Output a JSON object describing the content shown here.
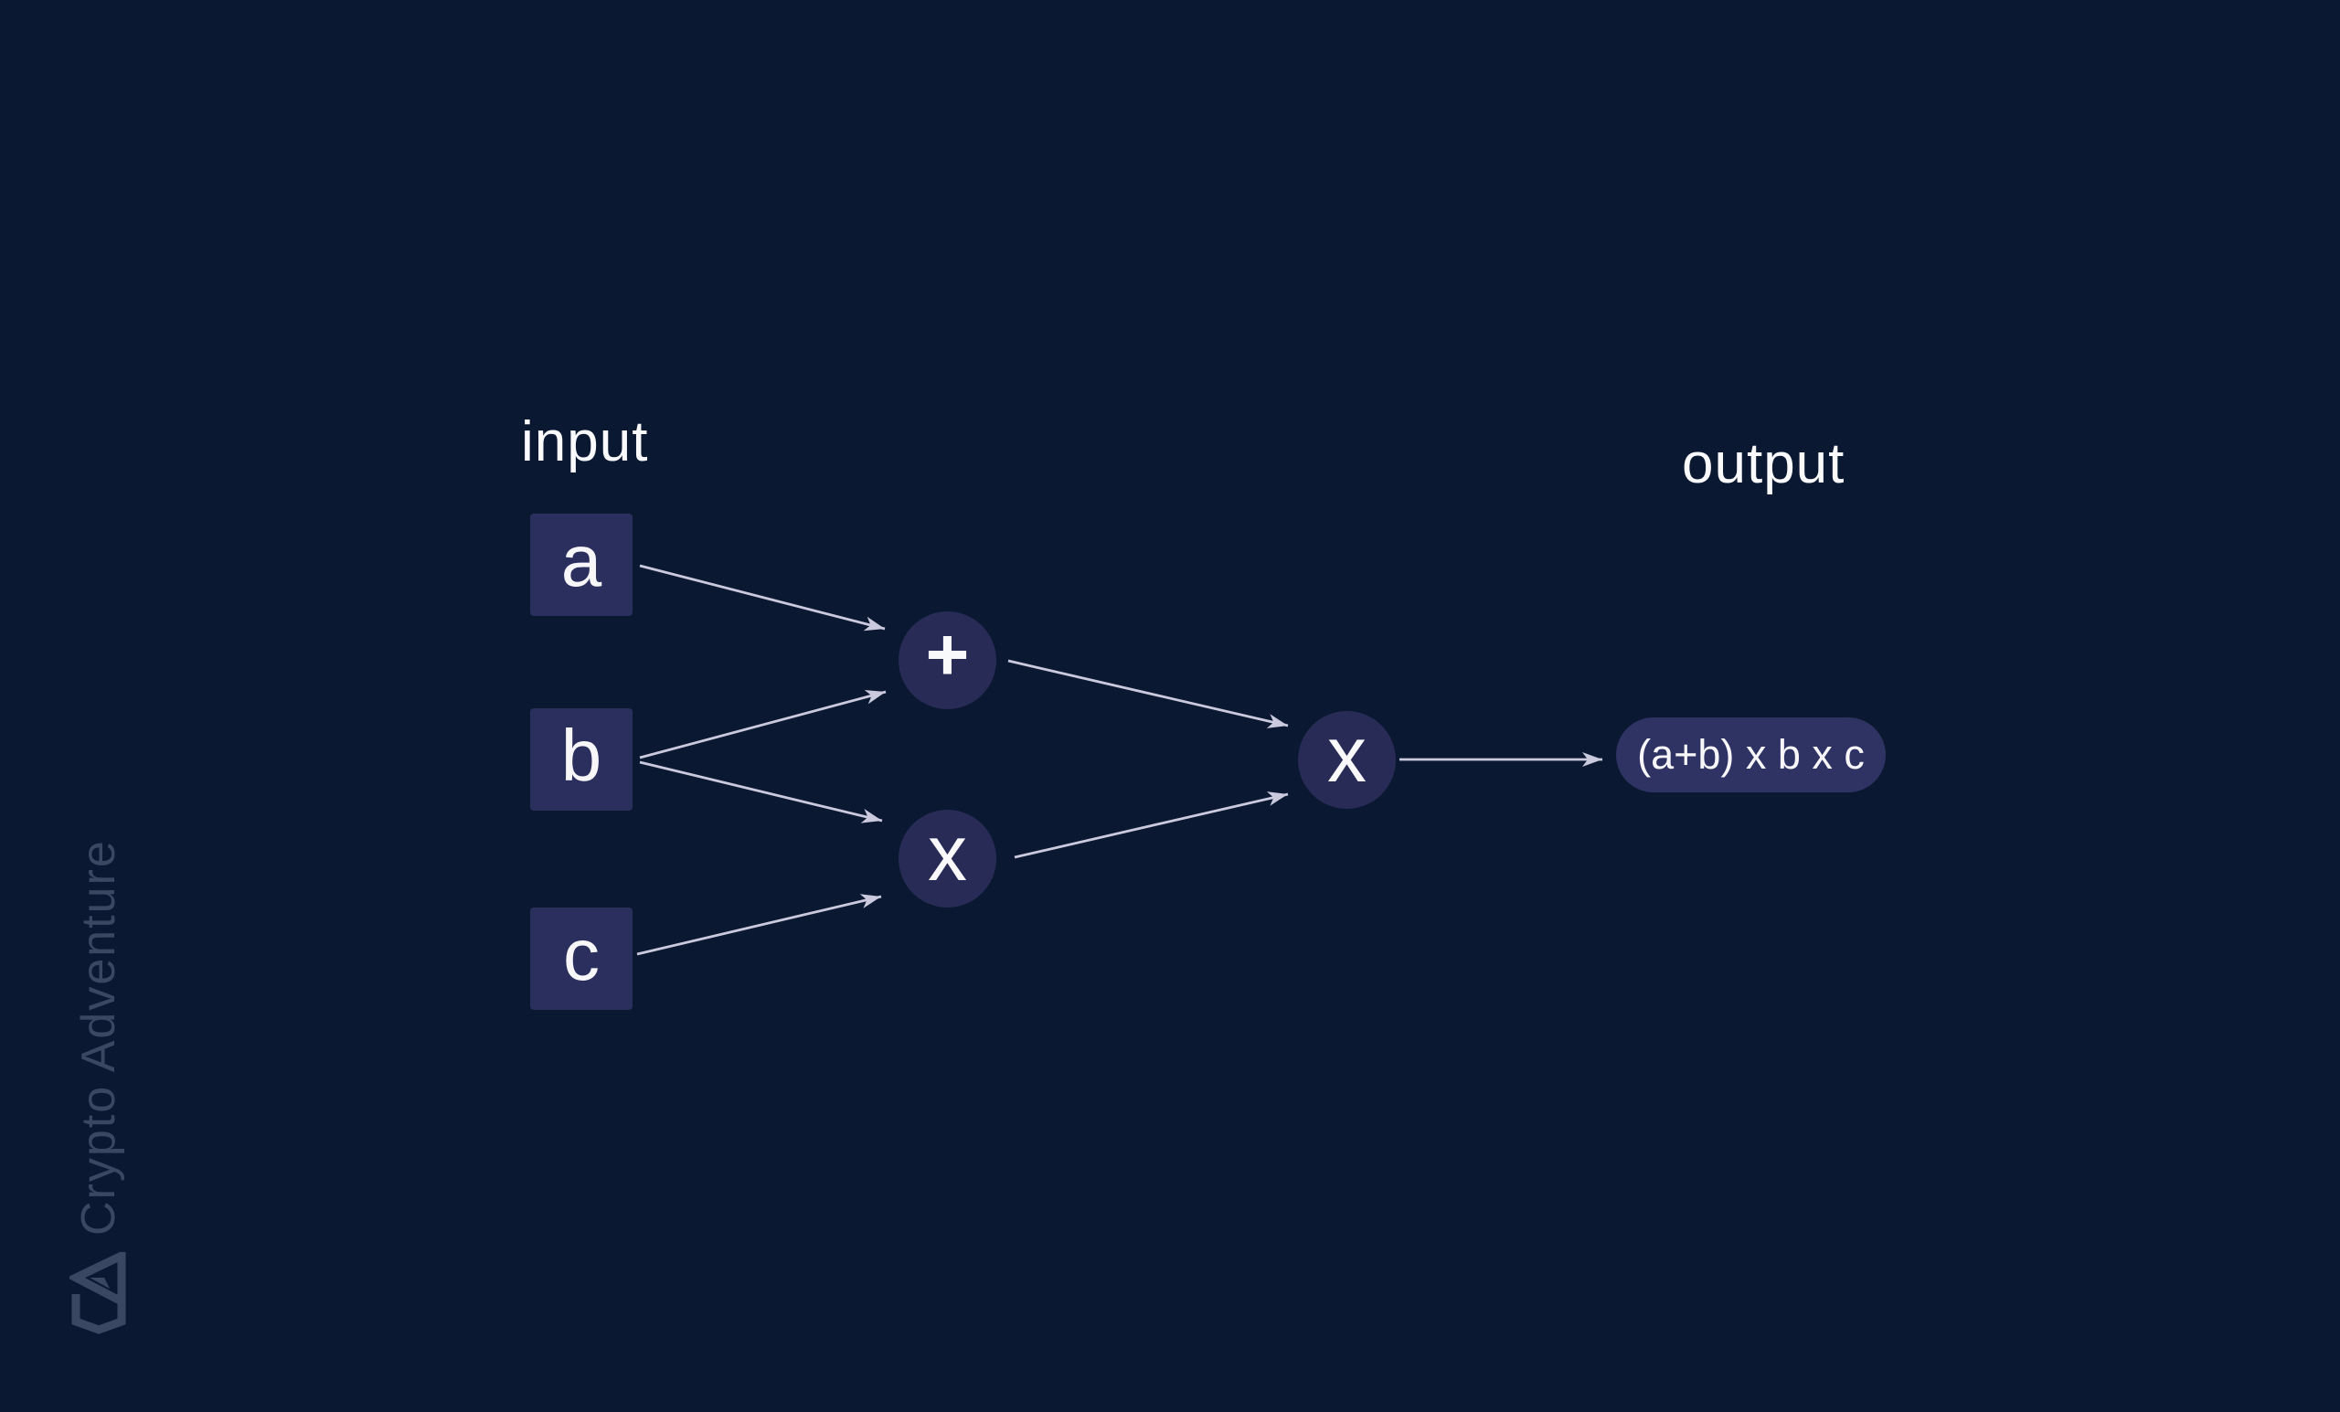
{
  "labels": {
    "input": "input",
    "output": "output"
  },
  "nodes": {
    "inputs": [
      {
        "id": "a",
        "label": "a"
      },
      {
        "id": "b",
        "label": "b"
      },
      {
        "id": "c",
        "label": "c"
      }
    ],
    "operations": [
      {
        "id": "plus",
        "label": "+"
      },
      {
        "id": "multiply-1",
        "label": "x"
      },
      {
        "id": "multiply-2",
        "label": "x"
      }
    ],
    "output": {
      "label": "(a+b) x b x c"
    }
  },
  "edges": [
    {
      "from": "a",
      "to": "plus"
    },
    {
      "from": "b",
      "to": "plus"
    },
    {
      "from": "b",
      "to": "multiply-1"
    },
    {
      "from": "c",
      "to": "multiply-1"
    },
    {
      "from": "plus",
      "to": "multiply-2"
    },
    {
      "from": "multiply-1",
      "to": "multiply-2"
    },
    {
      "from": "multiply-2",
      "to": "output"
    }
  ],
  "watermark": {
    "text": "Crypto Adventure"
  },
  "colors": {
    "background": "#0a1831",
    "input_box": "#2b2f5d",
    "operator_circle": "#272b55",
    "output_pill": "#2f3364",
    "arrow": "#cac9dd",
    "node_text": "#f7f7fa",
    "watermark": "#3a4763"
  }
}
